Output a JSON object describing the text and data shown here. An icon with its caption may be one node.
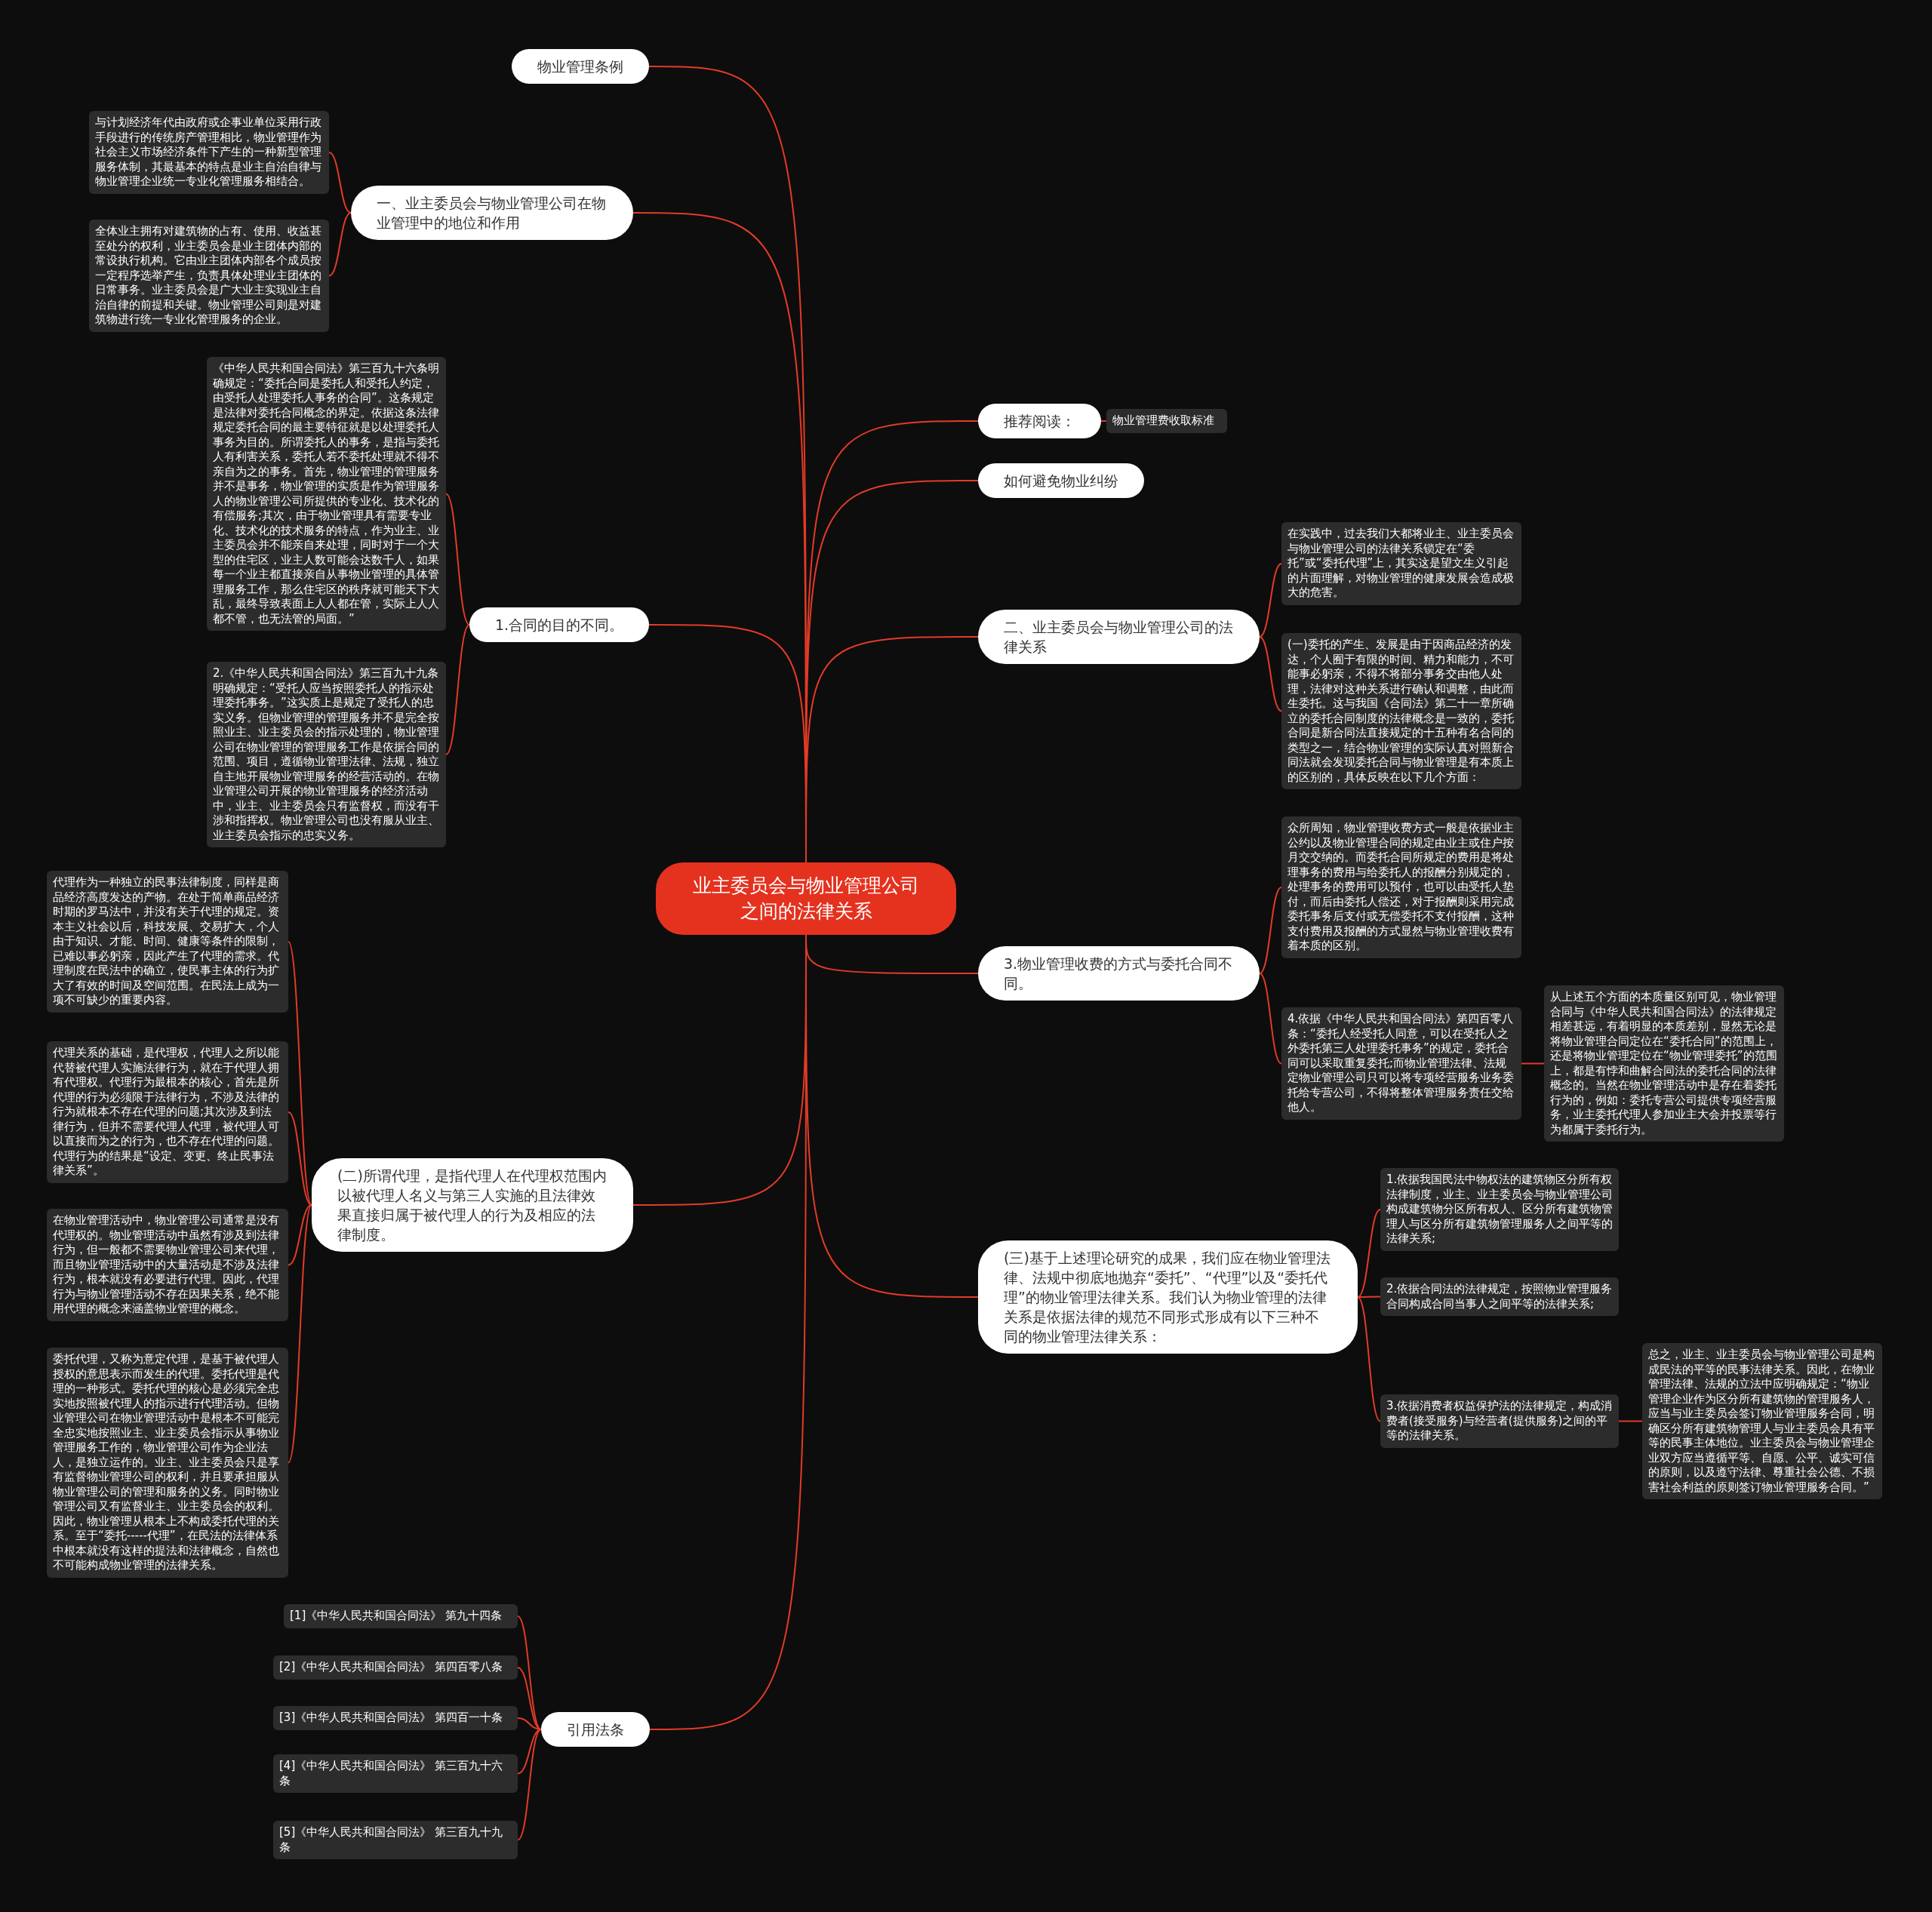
{
  "diagram": {
    "nodes": [
      {
        "text": [
          "业主委员会与物业管理公司之间的法律关系"
        ]
      },
      {
        "text": [
          "物业管理条例"
        ]
      },
      {
        "text": [
          "一、业主委员会与物业管理公司在物业管理中的地位和作用"
        ]
      },
      {
        "text": [
          "与计划经济年代由政府或企事业单位采用行政手段进行的传统房产管理相比，物业管理作为社会主义市场经济条件下产生的一种新型管理服务体制，其最基本的特点是业主自治自律与物业管理企业统一专业化管理服务相结合。"
        ]
      },
      {
        "text": [
          "全体业主拥有对建筑物的占有、使用、收益甚至处分的权利，业主委员会是业主团体内部的常设执行机构。它由业主团体内部各个成员按一定程序选举产生，负责具体处理业主团体的日常事务。业主委员会是广大业主实现业主自治自律的前提和关键。物业管理公司则是对建筑物进行统一专业化管理服务的企业。"
        ]
      },
      {
        "text": [
          "1.合同的目的不同。"
        ]
      },
      {
        "text": [
          "《中华人民共和国合同法》第三百九十六条明确规定：“委托合同是委托人和受托人约定，由受托人处理委托人事务的合同”。这条规定是法律对委托合同概念的界定。依据这条法律规定委托合同的最主要特征就是以处理委托人事务为目的。所谓委托人的事务，是指与委托人有利害关系，委托人若不委托处理就不得不亲自为之的事务。首先，物业管理的管理服务并不是事务，物业管理的实质是作为管理服务人的物业管理公司所提供的专业化、技术化的有偿服务;其次，由于物业管理具有需要专业化、技术化的技术服务的特点，作为业主、业主委员会并不能亲自来处理，同时对于一个大型的住宅区，业主人数可能会达数千人，如果每一个业主都直接亲自从事物业管理的具体管理服务工作，那么住宅区的秩序就可能天下大乱，最终导致表面上人人都在管，实际上人人都不管，也无法管的局面。”"
        ]
      },
      {
        "text": [
          "2.《中华人民共和国合同法》第三百九十九条明确规定：“受托人应当按照委托人的指示处理委托事务。”这实质上是规定了受托人的忠实义务。但物业管理的管理服务并不是完全按照业主、业主委员会的指示处理的，物业管理公司在物业管理的管理服务工作是依据合同的范围、项目，遵循物业管理法律、法规，独立自主地开展物业管理服务的经营活动的。在物业管理公司开展的物业管理服务的经济活动中，业主、业主委员会只有监督权，而没有干涉和指挥权。物业管理公司也没有服从业主、业主委员会指示的忠实义务。"
        ]
      },
      {
        "text": [
          "(二)所谓代理，是指代理人在代理权范围内以被代理人名义与第三人实施的且法律效果直接归属于被代理人的行为及相应的法律制度。"
        ]
      },
      {
        "text": [
          "代理作为一种独立的民事法律制度，同样是商品经济高度发达的产物。在处于简单商品经济时期的罗马法中，并没有关于代理的规定。资本主义社会以后，科技发展、交易扩大，个人由于知识、才能、时间、健康等条件的限制，已难以事必躬亲，因此产生了代理的需求。代理制度在民法中的确立，使民事主体的行为扩大了有效的时间及空间范围。在民法上成为一项不可缺少的重要内容。"
        ]
      },
      {
        "text": [
          "代理关系的基础，是代理权，代理人之所以能代替被代理人实施法律行为，就在于代理人拥有代理权。代理行为最根本的核心，首先是所代理的行为必须限于法律行为，不涉及法律的行为就根本不存在代理的问题;其次涉及到法律行为，但并不需要代理人代理，被代理人可以直接而为之的行为，也不存在代理的问题。代理行为的结果是“设定、变更、终止民事法律关系”。"
        ]
      },
      {
        "text": [
          "在物业管理活动中，物业管理公司通常是没有代理权的。物业管理活动中虽然有涉及到法律行为，但一般都不需要物业管理公司来代理，而且物业管理活动中的大量活动是不涉及法律行为，根本就没有必要进行代理。因此，代理行为与物业管理活动不存在因果关系，绝不能用代理的概念来涵盖物业管理的概念。"
        ]
      },
      {
        "text": [
          "委托代理，又称为意定代理，是基于被代理人授权的意思表示而发生的代理。委托代理是代理的一种形式。委托代理的核心是必须完全忠实地按照被代理人的指示进行代理活动。但物业管理公司在物业管理活动中是根本不可能完全忠实地按照业主、业主委员会指示从事物业管理服务工作的，物业管理公司作为企业法人，是独立运作的。业主、业主委员会只是享有监督物业管理公司的权利，并且要承担服从物业管理公司的管理和服务的义务。同时物业管理公司又有监督业主、业主委员会的权利。因此，物业管理从根本上不构成委托代理的关系。至于“委托-----代理”，在民法的法律体系中根本就没有这样的提法和法律概念，自然也不可能构成物业管理的法律关系。"
        ]
      },
      {
        "text": [
          "引用法条"
        ]
      },
      {
        "text": [
          "[1]《中华人民共和国合同法》 第九十四条"
        ]
      },
      {
        "text": [
          "[2]《中华人民共和国合同法》 第四百零八条"
        ]
      },
      {
        "text": [
          "[3]《中华人民共和国合同法》 第四百一十条"
        ]
      },
      {
        "text": [
          "[4]《中华人民共和国合同法》 第三百九十六条"
        ]
      },
      {
        "text": [
          "[5]《中华人民共和国合同法》 第三百九十九条"
        ]
      },
      {
        "text": [
          "推荐阅读："
        ]
      },
      {
        "text": [
          "物业管理费收取标准"
        ]
      },
      {
        "text": [
          "如何避免物业纠纷"
        ]
      },
      {
        "text": [
          "二、业主委员会与物业管理公司的法律关系"
        ]
      },
      {
        "text": [
          "在实践中，过去我们大都将业主、业主委员会与物业管理公司的法律关系锁定在“委托”或“委托代理”上，其实这是望文生义引起的片面理解，对物业管理的健康发展会造成极大的危害。"
        ]
      },
      {
        "text": [
          "(一)委托的产生、发展是由于因商品经济的发达，个人囿于有限的时间、精力和能力，不可能事必躬亲，不得不将部分事务交由他人处理，法律对这种关系进行确认和调整，由此而生委托。这与我国《合同法》第二十一章所确立的委托合同制度的法律概念是一致的，委托合同是新合同法直接规定的十五种有名合同的类型之一，结合物业管理的实际认真对照新合同法就会发现委托合同与物业管理是有本质上的区别的，具体反映在以下几个方面："
        ]
      },
      {
        "text": [
          "3.物业管理收费的方式与委托合同不同。"
        ]
      },
      {
        "text": [
          "众所周知，物业管理收费方式一般是依据业主公约以及物业管理合同的规定由业主或住户按月交交纳的。而委托合同所规定的费用是将处理事务的费用与给委托人的报酬分别规定的，处理事务的费用可以预付，也可以由受托人垫付，而后由委托人偿还，对于报酬则采用完成委托事务后支付或无偿委托不支付报酬，这种支付费用及报酬的方式显然与物业管理收费有着本质的区别。"
        ]
      },
      {
        "text": [
          "4.依据《中华人民共和国合同法》第四百零八条：“委托人经受托人同意，可以在受托人之外委托第三人处理委托事务”的规定，委托合同可以采取重复委托;而物业管理法律、法规定物业管理公司只可以将专项经营服务业务委托给专营公司，不得将整体管理服务责任交给他人。"
        ]
      },
      {
        "text": [
          "从上述五个方面的本质量区别可见，物业管理合同与《中华人民共和国合同法》的法律规定相差甚远，有着明显的本质差别，显然无论是将物业管理合同定位在“委托合同”的范围上，还是将物业管理定位在“物业管理委托”的范围上，都是有悖和曲解合同法的委托合同的法律概念的。当然在物业管理活动中是存在着委托行为的，例如：委托专营公司提供专项经营服务，业主委托代理人参加业主大会并投票等行为都属于委托行为。"
        ]
      },
      {
        "text": [
          "(三)基于上述理论研究的成果，我们应在物业管理法律、法规中彻底地抛弃“委托”、“代理”以及“委托代理”的物业管理法律关系。我们认为物业管理的法律关系是依据法律的规范不同形式形成有以下三种不同的物业管理法律关系："
        ]
      },
      {
        "text": [
          "1.依据我国民法中物权法的建筑物区分所有权法律制度，业主、业主委员会与物业管理公司构成建筑物分区所有权人、区分所有建筑物管理人与区分所有建筑物管理服务人之间平等的法律关系;"
        ]
      },
      {
        "text": [
          "2.依据合同法的法律规定，按照物业管理服务合同构成合同当事人之间平等的法律关系;"
        ]
      },
      {
        "text": [
          "3.依据消费者权益保护法的法律规定，构成消费者(接受服务)与经营者(提供服务)之间的平等的法律关系。"
        ]
      },
      {
        "text": [
          "总之，业主、业主委员会与物业管理公司是构成民法的平等的民事法律关系。因此，在物业管理法律、法规的立法中应明确规定：“物业管理企业作为区分所有建筑物的管理服务人，应当与业主委员会签订物业管理服务合同，明确区分所有建筑物管理人与业主委员会具有平等的民事主体地位。业主委员会与物业管理企业双方应当遵循平等、自愿、公平、诚实可信的原则，以及遵守法律、尊重社会公德、不损害社会利益的原则签订物业管理服务合同。”"
        ]
      }
    ],
    "edges": [
      {
        "from": 0,
        "to": 1,
        "arrow": "none"
      },
      {
        "from": 0,
        "to": 2,
        "arrow": "none"
      },
      {
        "from": 2,
        "to": 3,
        "arrow": "none"
      },
      {
        "from": 2,
        "to": 4,
        "arrow": "none"
      },
      {
        "from": 0,
        "to": 5,
        "arrow": "none"
      },
      {
        "from": 5,
        "to": 6,
        "arrow": "none"
      },
      {
        "from": 5,
        "to": 7,
        "arrow": "none"
      },
      {
        "from": 0,
        "to": 8,
        "arrow": "none"
      },
      {
        "from": 8,
        "to": 9,
        "arrow": "none"
      },
      {
        "from": 8,
        "to": 10,
        "arrow": "none"
      },
      {
        "from": 8,
        "to": 11,
        "arrow": "none"
      },
      {
        "from": 8,
        "to": 12,
        "arrow": "none"
      },
      {
        "from": 0,
        "to": 13,
        "arrow": "none"
      },
      {
        "from": 13,
        "to": 14,
        "arrow": "none"
      },
      {
        "from": 13,
        "to": 15,
        "arrow": "none"
      },
      {
        "from": 13,
        "to": 16,
        "arrow": "none"
      },
      {
        "from": 13,
        "to": 17,
        "arrow": "none"
      },
      {
        "from": 13,
        "to": 18,
        "arrow": "none"
      },
      {
        "from": 0,
        "to": 19,
        "arrow": "none"
      },
      {
        "from": 19,
        "to": 20,
        "arrow": "none"
      },
      {
        "from": 0,
        "to": 21,
        "arrow": "none"
      },
      {
        "from": 0,
        "to": 22,
        "arrow": "none"
      },
      {
        "from": 22,
        "to": 23,
        "arrow": "none"
      },
      {
        "from": 22,
        "to": 24,
        "arrow": "none"
      },
      {
        "from": 0,
        "to": 25,
        "arrow": "none"
      },
      {
        "from": 25,
        "to": 26,
        "arrow": "none"
      },
      {
        "from": 25,
        "to": 27,
        "arrow": "none"
      },
      {
        "from": 27,
        "to": 28,
        "arrow": "none"
      },
      {
        "from": 0,
        "to": 29,
        "arrow": "none"
      },
      {
        "from": 29,
        "to": 30,
        "arrow": "none"
      },
      {
        "from": 29,
        "to": 31,
        "arrow": "none"
      },
      {
        "from": 29,
        "to": 32,
        "arrow": "none"
      },
      {
        "from": 32,
        "to": 33,
        "arrow": "none"
      }
    ]
  }
}
